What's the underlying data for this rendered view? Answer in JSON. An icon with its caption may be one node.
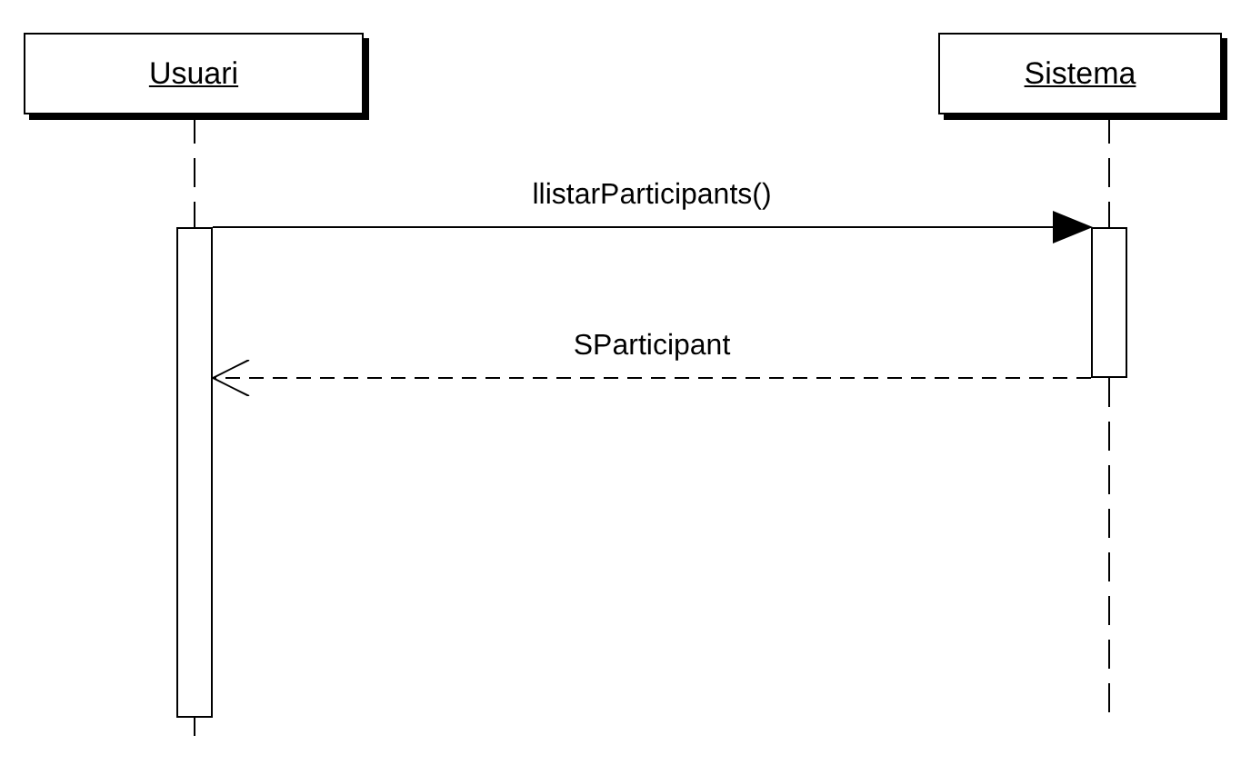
{
  "diagram": {
    "nodes": [
      {
        "text": [
          "Usuari"
        ]
      },
      {
        "text": [
          "Sistema"
        ]
      },
      {
        "text": [],
        "shape": "bar"
      },
      {
        "text": [],
        "shape": "bar"
      }
    ],
    "edges": [
      {
        "from": 0,
        "to": 2,
        "arrow": "none",
        "style": "dashed"
      },
      {
        "from": 1,
        "to": 3,
        "arrow": "none",
        "style": "dashed"
      },
      {
        "from": 2,
        "to": 3,
        "arrow": "to",
        "label": "llistarParticipants()"
      },
      {
        "from": 3,
        "to": 2,
        "arrow": "to",
        "label": "SParticipant",
        "style": "dashed"
      }
    ]
  }
}
